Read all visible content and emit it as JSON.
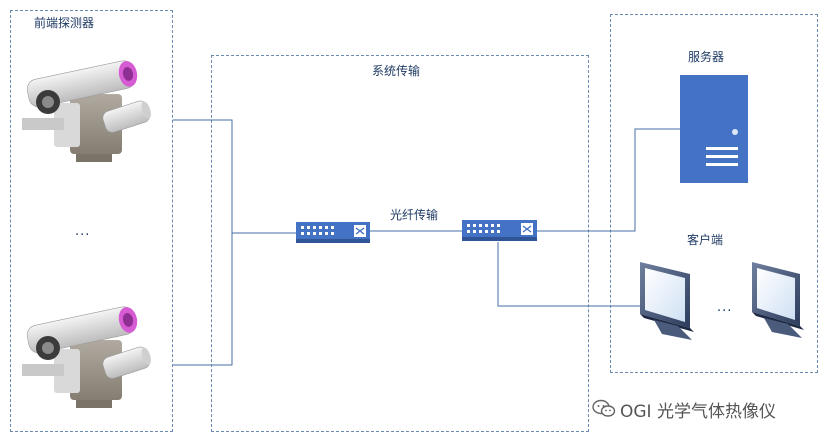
{
  "front_end": {
    "title": "前端探测器",
    "ellipsis": "..."
  },
  "transmission": {
    "title": "系统传输",
    "fiber_label": "光纤传输"
  },
  "server_zone": {
    "server_label": "服务器",
    "client_label": "客户端",
    "ellipsis": "..."
  },
  "watermark": {
    "text": "OGI 光学气体热像仪",
    "icon": "wechat-icon"
  },
  "colors": {
    "line": "#4a6fa5",
    "box": "#6b8ab2",
    "server": "#4472c4",
    "switch": "#4472c4",
    "camera_lens": "#d65cd3"
  }
}
